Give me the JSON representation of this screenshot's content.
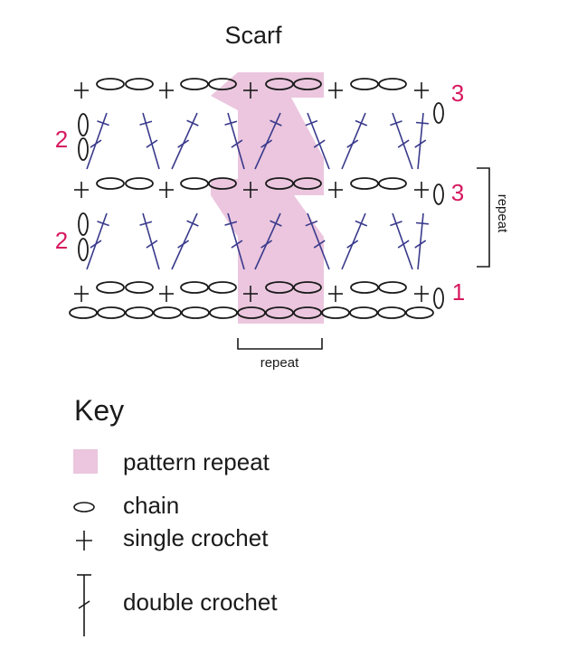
{
  "title": "Scarf",
  "row_labels": {
    "left_row2": "2",
    "left_row4": "2",
    "right_row3": "3",
    "right_row5": "3",
    "right_row1": "1"
  },
  "repeat_bottom_label": "repeat",
  "repeat_side_label": "repeat",
  "key": {
    "title": "Key",
    "pattern_repeat": "pattern repeat",
    "chain": "chain",
    "single_crochet": "single crochet",
    "double_crochet": "double crochet"
  },
  "colors": {
    "repeat_fill": "#ebc6de",
    "row_number": "#d6195f",
    "stitch_blue": "#3a3a8c",
    "ink": "#1a1a1a"
  }
}
